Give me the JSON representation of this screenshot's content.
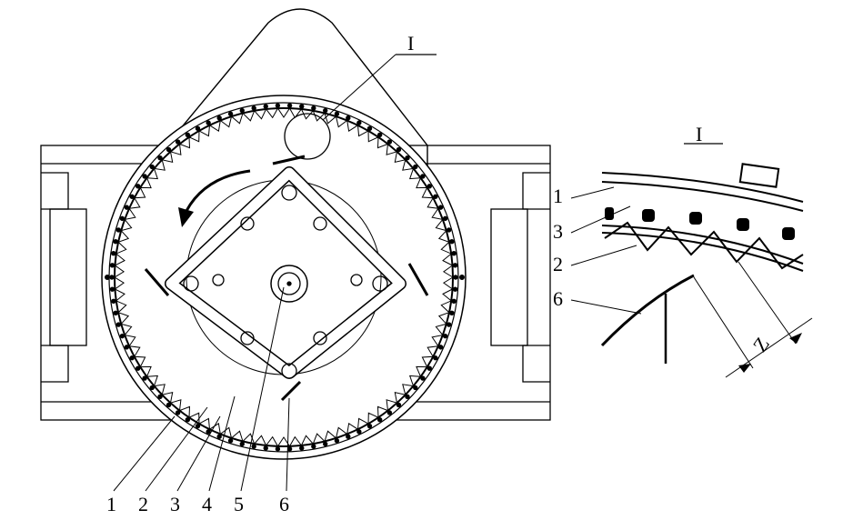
{
  "main_view": {
    "detail_marker": "I",
    "labels": [
      "1",
      "2",
      "3",
      "4",
      "5",
      "6"
    ]
  },
  "detail_view": {
    "title": "I",
    "labels": [
      "1",
      "3",
      "2",
      "6"
    ],
    "dimension": "Z"
  },
  "colors": {
    "line": "#000000",
    "background": "#ffffff",
    "fill": "#ffffff"
  }
}
